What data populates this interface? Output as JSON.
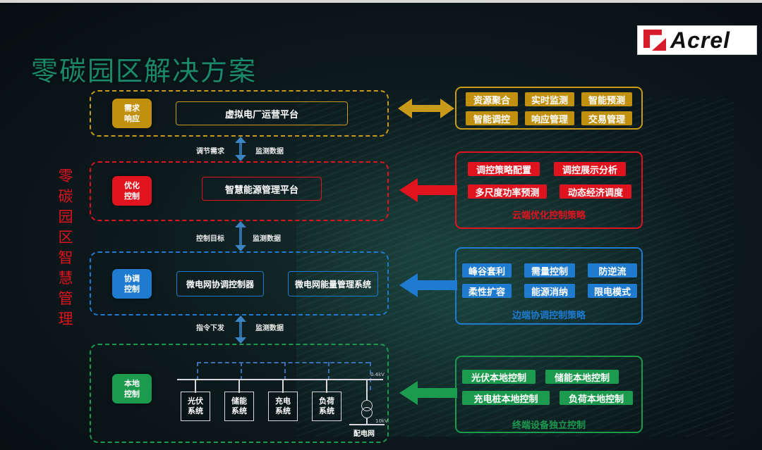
{
  "title": "零碳园区解决方案",
  "logo": {
    "text": "Acrel"
  },
  "side_label": [
    "零",
    "碳",
    "园",
    "区",
    "智",
    "慧",
    "管",
    "理"
  ],
  "layers": [
    {
      "badge": "需求\n响应",
      "platforms": [
        "虚拟电厂运营平台"
      ]
    },
    {
      "badge": "优化\n控制",
      "platforms": [
        "智慧能源管理平台"
      ]
    },
    {
      "badge": "协调\n控制",
      "platforms": [
        "微电网协调控制器",
        "微电网能量管理系统"
      ]
    },
    {
      "badge": "本地\n控制",
      "subsystems": [
        "光伏\n系统",
        "储能\n系统",
        "充电\n系统",
        "负荷\n系统"
      ],
      "bus_voltage": "0.4kV",
      "grid_voltage": "10kV",
      "grid_label": "配电网"
    }
  ],
  "connectors": [
    {
      "left": "调节需求",
      "right": "监测数据"
    },
    {
      "left": "控制目标",
      "right": "监测数据"
    },
    {
      "left": "指令下发",
      "right": "监测数据"
    }
  ],
  "panels": [
    {
      "tags": [
        "资源聚合",
        "实时监测",
        "智能预测",
        "智能调控",
        "响应管理",
        "交易管理"
      ],
      "title": ""
    },
    {
      "tags": [
        "调控策略配置",
        "调控展示分析",
        "多尺度功率预测",
        "动态经济调度"
      ],
      "title": "云端优化控制策略"
    },
    {
      "tags": [
        "峰谷套利",
        "需量控制",
        "防逆流",
        "柔性扩容",
        "能源消纳",
        "限电模式"
      ],
      "title": "边端协调控制策略"
    },
    {
      "tags": [
        "光伏本地控制",
        "储能本地控制",
        "充电桩本地控制",
        "负荷本地控制"
      ],
      "title": "终端设备独立控制"
    }
  ],
  "colors": {
    "gold": "#c99a1a",
    "red": "#e0141e",
    "blue": "#1e7bd0",
    "green": "#1c9a4e",
    "title": "#1a8a6a"
  }
}
